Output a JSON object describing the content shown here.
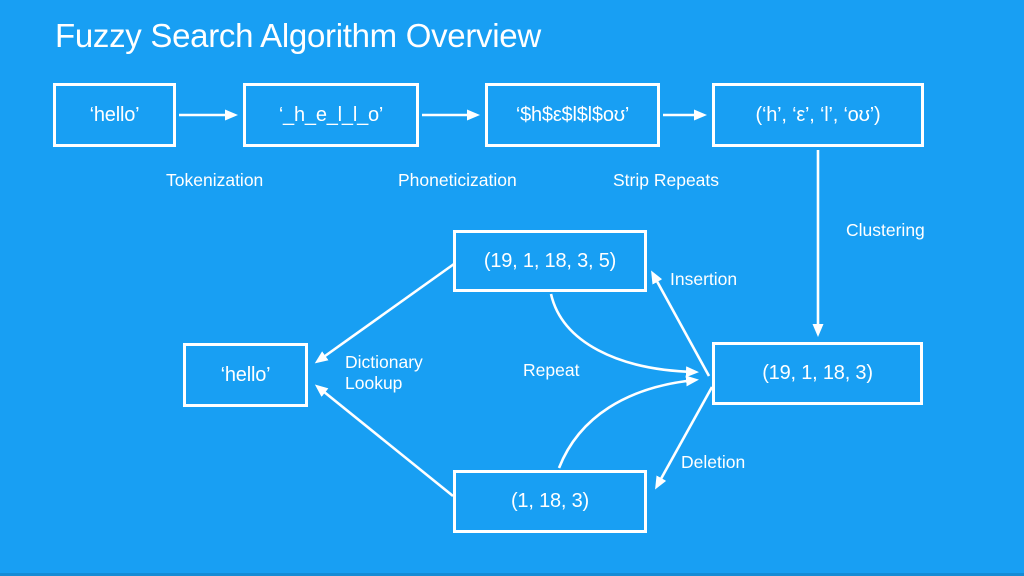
{
  "slide": {
    "title": "Fuzzy Search Algorithm Overview",
    "background_color": "#189FF3",
    "text_color": "#FFFFFF",
    "line_color": "#FFFFFF"
  },
  "diagram": {
    "nodes": [
      {
        "id": "input-hello",
        "label": "‘hello’"
      },
      {
        "id": "tokenized",
        "label": "‘_h_e_l_l_o’"
      },
      {
        "id": "phoneticized",
        "label": "‘$h$ε$l$l$oʊ’"
      },
      {
        "id": "phoneme-tuple",
        "label": "(‘h’, ‘ε’, ‘l’, ‘oʊ’)"
      },
      {
        "id": "cluster-insertion",
        "label": "(19, 1, 18, 3, 5)"
      },
      {
        "id": "cluster-codes",
        "label": "(19, 1, 18, 3)"
      },
      {
        "id": "result-hello",
        "label": "‘hello’"
      },
      {
        "id": "cluster-deletion",
        "label": "(1, 18, 3)"
      }
    ],
    "edge_labels": {
      "tokenization": "Tokenization",
      "phoneticization": "Phoneticization",
      "strip_repeats": "Strip Repeats",
      "clustering": "Clustering",
      "insertion": "Insertion",
      "repeat": "Repeat",
      "deletion": "Deletion",
      "dictionary_lookup": "Dictionary Lookup"
    },
    "edges": [
      {
        "from": "input-hello",
        "to": "tokenized",
        "label": "Tokenization"
      },
      {
        "from": "tokenized",
        "to": "phoneticized",
        "label": "Phoneticization"
      },
      {
        "from": "phoneticized",
        "to": "phoneme-tuple",
        "label": "Strip Repeats"
      },
      {
        "from": "phoneme-tuple",
        "to": "cluster-codes",
        "label": "Clustering"
      },
      {
        "from": "cluster-codes",
        "to": "cluster-insertion",
        "label": "Insertion"
      },
      {
        "from": "cluster-codes",
        "to": "cluster-deletion",
        "label": "Deletion"
      },
      {
        "from": "cluster-insertion",
        "to": "cluster-codes",
        "label": "Repeat"
      },
      {
        "from": "cluster-deletion",
        "to": "cluster-codes",
        "label": "Repeat"
      },
      {
        "from": "cluster-insertion",
        "to": "result-hello",
        "label": "Dictionary Lookup"
      },
      {
        "from": "cluster-deletion",
        "to": "result-hello",
        "label": "Dictionary Lookup"
      }
    ]
  }
}
